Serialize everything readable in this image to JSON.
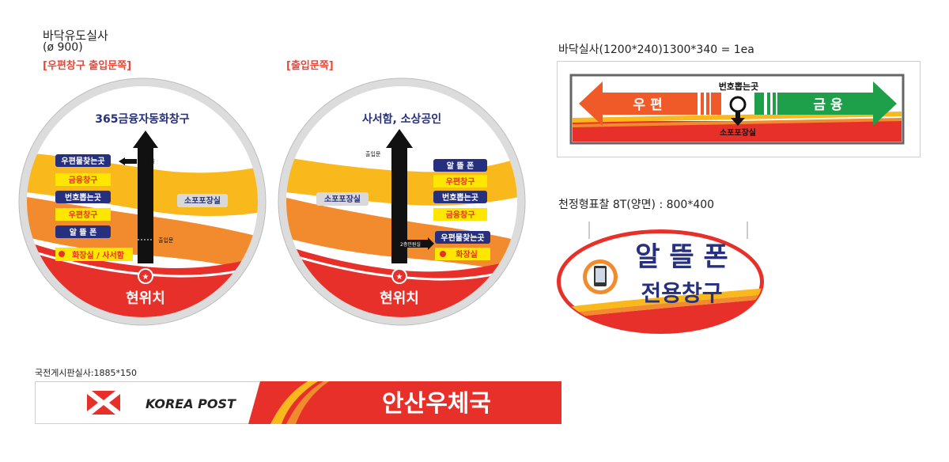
{
  "colors": {
    "red": "#e8302a",
    "orange": "#f28a2e",
    "yellow": "#f9b81c",
    "navy": "#26307f",
    "green": "#1ea04a",
    "grey_ring": "#d9d9d9",
    "arrow": "#111111",
    "label_yellow_text": "#e8302a",
    "label_yellow_bg": "#ffe600"
  },
  "captions": {
    "floor_guide_title": "바닥유도실사",
    "floor_guide_size": "(ø 900)",
    "left_circle_label": "[우편창구 출입문쪽]",
    "right_circle_label": "[출입문쪽]",
    "floor_sticker": "바닥실사(1200*240)1300*340 = 1ea",
    "ceiling_sign": "천정형표찰 8T(양면) : 800*400",
    "banner_caption": "국전게시판실사:1885*150"
  },
  "left_circle": {
    "top_title": "365금융자동화창구",
    "labels": [
      {
        "text": "우편물찾는곳",
        "style": "navy"
      },
      {
        "text": "금융창구",
        "style": "yellow"
      },
      {
        "text": "번호뽑는곳",
        "style": "navy"
      },
      {
        "text": "우편창구",
        "style": "yellow"
      },
      {
        "text": "알 뜰 폰",
        "style": "navy"
      },
      {
        "text": "화장실 / 사서함",
        "style": "yellow"
      }
    ],
    "side_label": "소포포장실",
    "side_pointer": "2층민원실",
    "door_label": "출입문",
    "current_position": "현위치"
  },
  "right_circle": {
    "top_title": "사서함, 소상공인",
    "door_label": "출입문",
    "side_label": "소포포장실",
    "labels": [
      {
        "text": "알 뜰 폰",
        "style": "navy"
      },
      {
        "text": "우편창구",
        "style": "yellow"
      },
      {
        "text": "번호뽑는곳",
        "style": "navy"
      },
      {
        "text": "금융창구",
        "style": "yellow"
      }
    ],
    "lower_labels": [
      {
        "text": "우편물찾는곳",
        "style": "navy"
      },
      {
        "text": "화장실",
        "style": "yellow"
      }
    ],
    "side_pointer": "2층민원실",
    "current_position": "현위치"
  },
  "floor_bar": {
    "left_text": "우 편",
    "right_text": "금 융",
    "top_text": "번호뽑는곳",
    "bottom_text": "소포포장실"
  },
  "ceiling": {
    "line1": "알 뜰 폰",
    "line2": "전용창구"
  },
  "banner": {
    "brand": "KOREA POST",
    "office": "안산우체국"
  }
}
